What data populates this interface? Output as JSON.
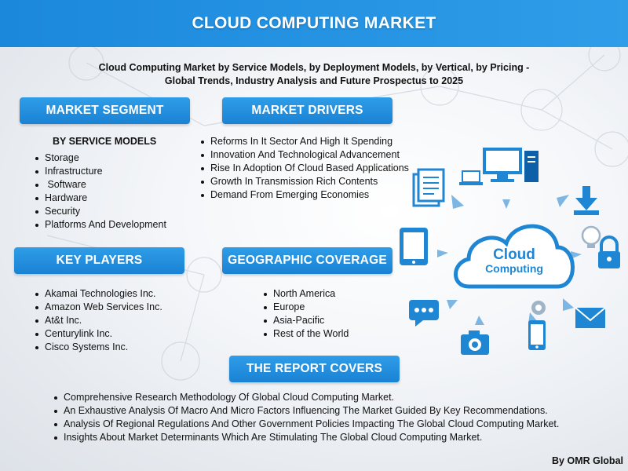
{
  "header": {
    "title": "CLOUD COMPUTING MARKET"
  },
  "subtitle": {
    "line1": "Cloud Computing Market by Service Models, by Deployment Models, by Vertical, by Pricing -",
    "line2": "Global Trends, Industry Analysis and Future Prospectus to 2025"
  },
  "market_segment": {
    "heading": "MARKET SEGMENT",
    "subheading": "BY SERVICE MODELS",
    "items": [
      "Storage",
      "Infrastructure",
      " Software",
      "Hardware",
      "Security",
      "Platforms And Development"
    ]
  },
  "market_drivers": {
    "heading": "MARKET DRIVERS",
    "items": [
      "Reforms In It Sector And High It Spending",
      "Innovation And Technological Advancement",
      "Rise In Adoption Of Cloud Based Applications",
      "Growth In Transmission Rich Contents",
      "Demand From Emerging Economies"
    ]
  },
  "key_players": {
    "heading": "KEY PLAYERS",
    "items": [
      "Akamai Technologies Inc.",
      "Amazon Web Services Inc.",
      "At&t Inc.",
      "Centurylink Inc.",
      "Cisco Systems Inc."
    ]
  },
  "geographic_coverage": {
    "heading": "GEOGRAPHIC COVERAGE",
    "items": [
      "North America",
      "Europe",
      "Asia-Pacific",
      "Rest of the World"
    ]
  },
  "report_covers": {
    "heading": "THE REPORT COVERS",
    "items": [
      "Comprehensive Research Methodology Of Global Cloud Computing Market.",
      "An Exhaustive Analysis Of Macro And Micro Factors Influencing The Market Guided By Key Recommendations.",
      "Analysis Of Regional Regulations And Other Government Policies Impacting The Global Cloud Computing Market.",
      "Insights About Market Determinants Which Are Stimulating The Global Cloud Computing Market."
    ]
  },
  "illustration": {
    "cloud_label_line1": "Cloud",
    "cloud_label_line2": "Computing",
    "icons": [
      "document-icon",
      "desktop-computer-icon",
      "download-icon",
      "lightbulb-icon",
      "tablet-icon",
      "lock-icon",
      "chat-bubble-icon",
      "envelope-icon",
      "camera-icon",
      "smartphone-icon"
    ],
    "colors": {
      "primary_blue": "#1b88dc",
      "icon_blue": "#1f86d3",
      "dark_blue": "#0d5fa8"
    }
  },
  "byline": "By OMR Global"
}
